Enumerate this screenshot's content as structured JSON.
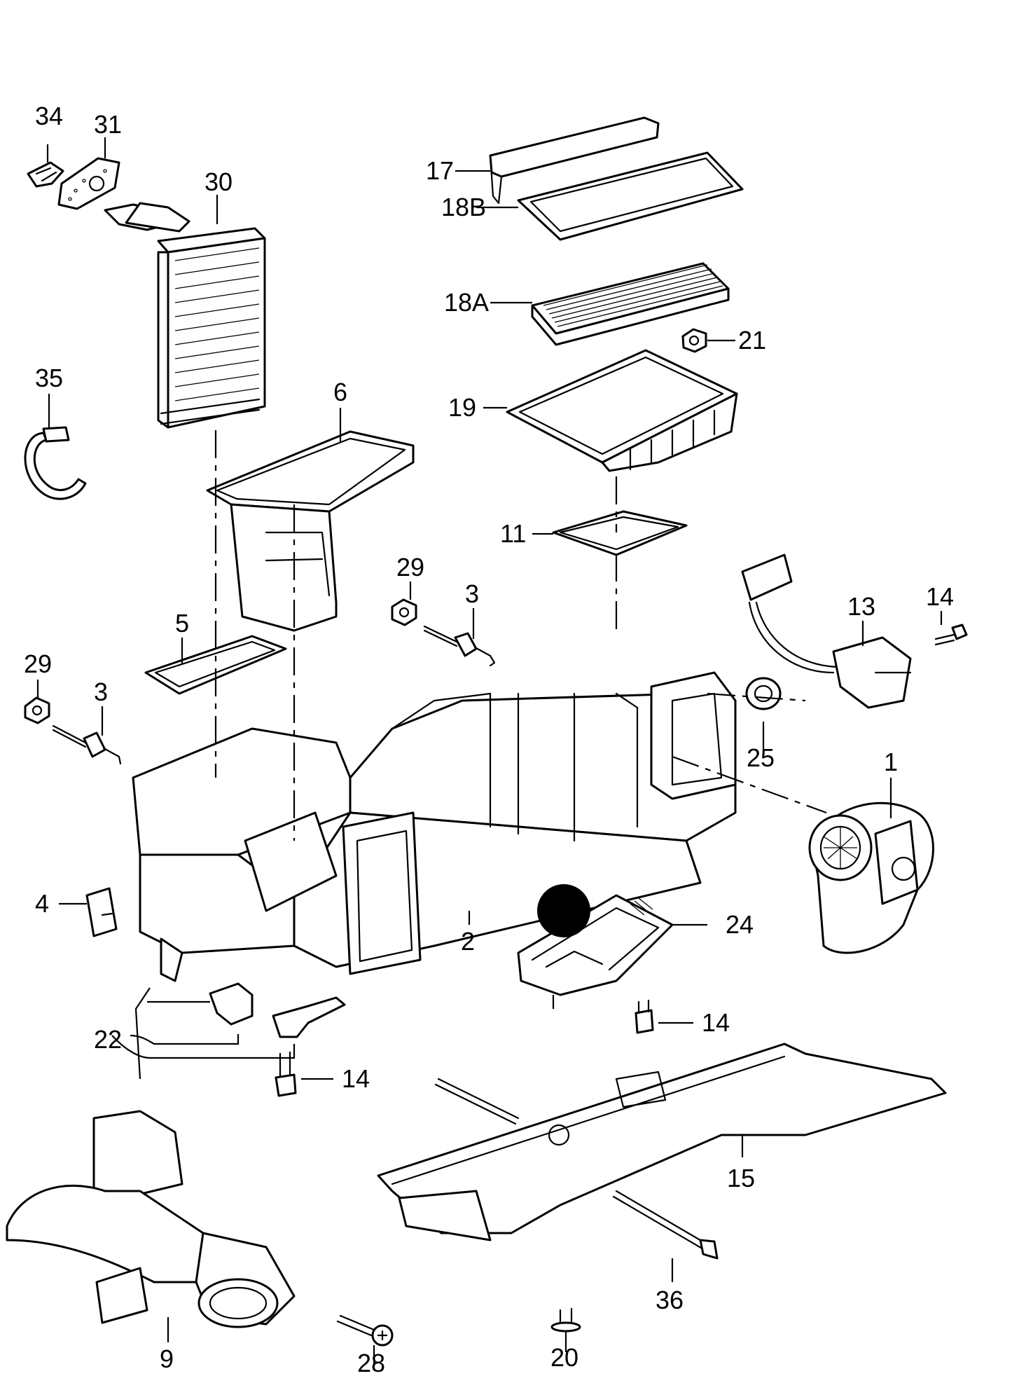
{
  "callouts": {
    "c34": "34",
    "c31": "31",
    "c30": "30",
    "c35": "35",
    "c17": "17",
    "c18b": "18B",
    "c18a": "18A",
    "c21": "21",
    "c19": "19",
    "c6": "6",
    "c11": "11",
    "c29a": "29",
    "c3a": "3",
    "c14a": "14",
    "c13": "13",
    "c5": "5",
    "c29b": "29",
    "c3b": "3",
    "c25": "25",
    "c1": "1",
    "c4": "4",
    "c2": "2",
    "c24": "24",
    "c14b": "14",
    "c22": "22",
    "c14c": "14",
    "c15": "15",
    "c36": "36",
    "c9": "9",
    "c28": "28",
    "c20": "20"
  },
  "colors": {
    "ink": "#000000",
    "paper": "#ffffff"
  }
}
